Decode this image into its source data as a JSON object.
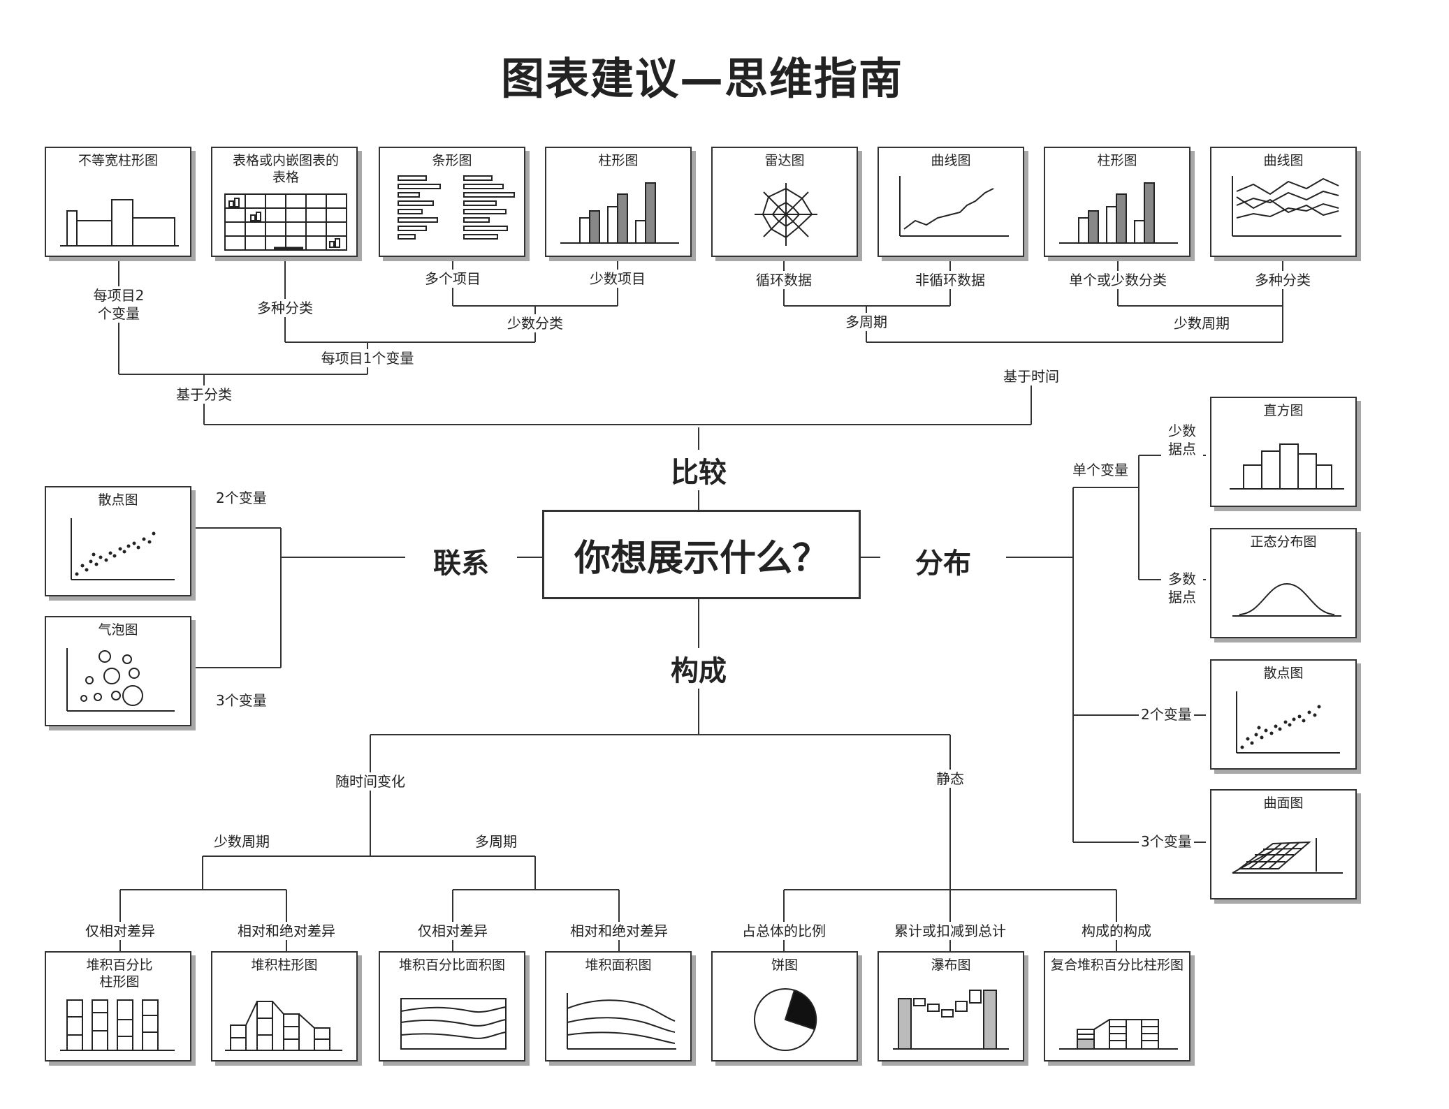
{
  "title": "图表建议—思维指南",
  "center": "你想展示什么？",
  "branches": {
    "compare": "比较",
    "relation": "联系",
    "distribution": "分布",
    "composition": "构成"
  },
  "compare": {
    "charts": [
      {
        "title": "不等宽柱形图",
        "icon": "variable-width-column-chart"
      },
      {
        "title": "表格或内嵌图表的表格",
        "icon": "embedded-chart-table"
      },
      {
        "title": "条形图",
        "icon": "bar-chart"
      },
      {
        "title": "柱形图",
        "icon": "column-chart"
      },
      {
        "title": "雷达图",
        "icon": "radar-chart"
      },
      {
        "title": "曲线图",
        "icon": "line-chart"
      },
      {
        "title": "柱形图",
        "icon": "column-chart"
      },
      {
        "title": "曲线图",
        "icon": "multi-line-chart"
      }
    ],
    "labels": {
      "two_vars": "每项目2个变量",
      "many_cat": "多种分类",
      "many_items": "多个项目",
      "few_items": "少数项目",
      "few_cat": "少数分类",
      "one_var": "每项目1个变量",
      "by_cat": "基于分类",
      "cyclic": "循环数据",
      "noncyclic": "非循环数据",
      "single_few_cat": "单个或少数分类",
      "multi_cat": "多种分类",
      "many_periods": "多周期",
      "few_periods": "少数周期",
      "by_time": "基于时间"
    }
  },
  "relation": {
    "charts": [
      {
        "title": "散点图",
        "icon": "scatter-chart"
      },
      {
        "title": "气泡图",
        "icon": "bubble-chart"
      }
    ],
    "labels": {
      "two_vars": "2个变量",
      "three_vars": "3个变量"
    }
  },
  "distribution": {
    "charts": [
      {
        "title": "直方图",
        "icon": "histogram-chart"
      },
      {
        "title": "正态分布图",
        "icon": "normal-curve-chart"
      },
      {
        "title": "散点图",
        "icon": "scatter-chart"
      },
      {
        "title": "曲面图",
        "icon": "surface-chart"
      }
    ],
    "labels": {
      "single_var": "单个变量",
      "few_points": "少数据点",
      "many_points": "多数据点",
      "two_vars": "2个变量",
      "three_vars": "3个变量"
    }
  },
  "composition": {
    "charts": [
      {
        "title": "堆积百分比柱形图",
        "icon": "stacked-percent-column-chart"
      },
      {
        "title": "堆积柱形图",
        "icon": "stacked-column-chart"
      },
      {
        "title": "堆积百分比面积图",
        "icon": "stacked-percent-area-chart"
      },
      {
        "title": "堆积面积图",
        "icon": "stacked-area-chart"
      },
      {
        "title": "饼图",
        "icon": "pie-chart"
      },
      {
        "title": "瀑布图",
        "icon": "waterfall-chart"
      },
      {
        "title": "复合堆积百分比柱形图",
        "icon": "compound-stacked-percent-chart"
      }
    ],
    "labels": {
      "over_time": "随时间变化",
      "static": "静态",
      "few_periods": "少数周期",
      "many_periods": "多周期",
      "rel_diff": "仅相对差异",
      "rel_abs_diff": "相对和绝对差异",
      "rel_diff_2": "仅相对差异",
      "rel_abs_diff_2": "相对和绝对差异",
      "share": "占总体的比例",
      "accumulate": "累计或扣减到总计",
      "components": "构成的构成"
    }
  }
}
